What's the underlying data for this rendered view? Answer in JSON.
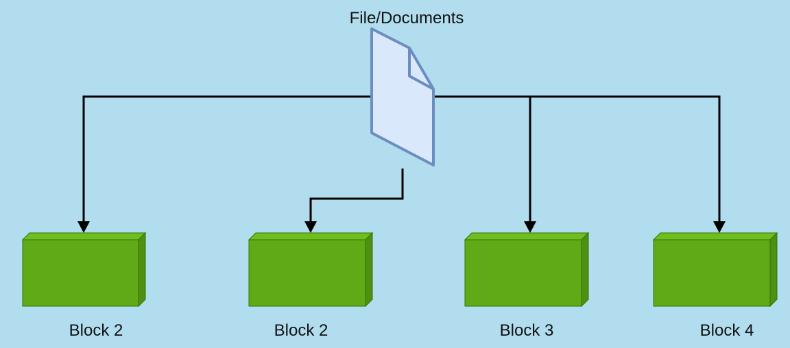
{
  "diagram": {
    "document_label": "File/Documents",
    "blocks": [
      {
        "label": "Block 2"
      },
      {
        "label": "Block 2"
      },
      {
        "label": "Block 3"
      },
      {
        "label": "Block 4"
      }
    ]
  },
  "colors": {
    "background": "#b1ddef",
    "block_front": "#60a917",
    "block_side": "#4f8f12",
    "block_stroke": "#2d7600",
    "document_fill": "#dae8fc",
    "document_stroke": "#6c8ebf",
    "connector": "#000000"
  },
  "icons": {
    "document": "file-document-icon",
    "block": "3d-box-block"
  }
}
